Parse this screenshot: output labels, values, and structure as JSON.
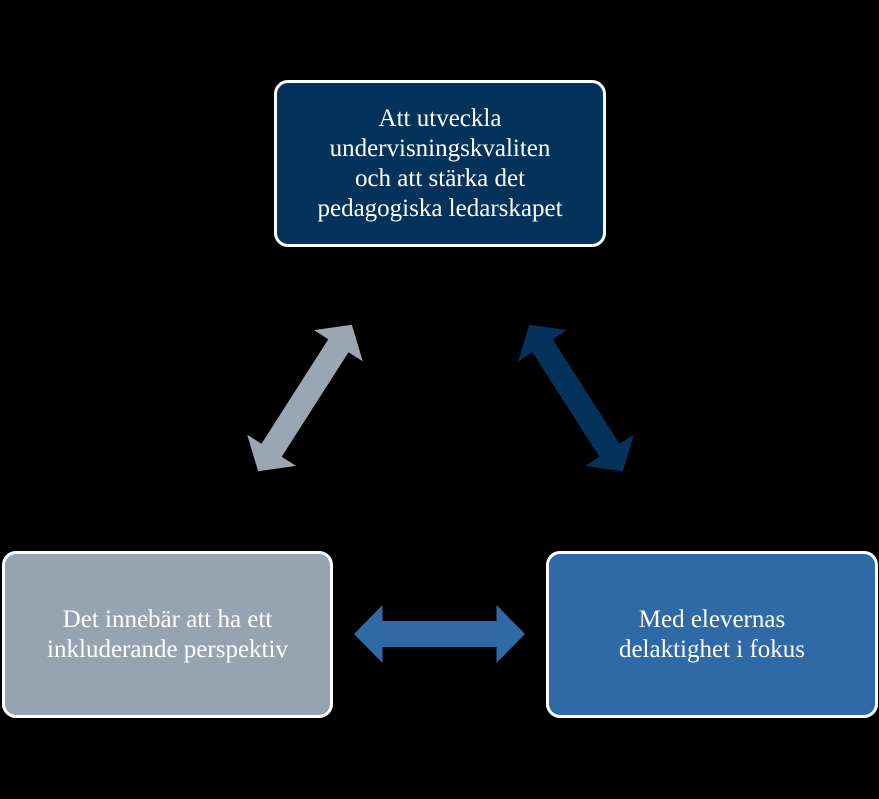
{
  "colors": {
    "background": "#000000",
    "top_node": "#03325a",
    "left_node": "#97a3b1",
    "right_node": "#2f6aa7",
    "border": "#ffffff",
    "arrow_left_diagonal": "#9aa6b3",
    "arrow_right_diagonal": "#03325a",
    "arrow_horizontal": "#2f6aa7"
  },
  "nodes": {
    "top": {
      "lines": [
        "Att utveckla",
        "undervisningskvaliten",
        "och att stärka det",
        "pedagogiska ledarskapet"
      ]
    },
    "left": {
      "lines": [
        "Det innebär att ha ett",
        "inkluderande perspektiv"
      ]
    },
    "right": {
      "lines": [
        "Med elevernas",
        "delaktighet i fokus"
      ]
    }
  },
  "arrows": [
    {
      "from": "left",
      "to": "top",
      "icon": "double-arrow-icon"
    },
    {
      "from": "top",
      "to": "right",
      "icon": "double-arrow-icon"
    },
    {
      "from": "left",
      "to": "right",
      "icon": "double-arrow-icon"
    }
  ]
}
